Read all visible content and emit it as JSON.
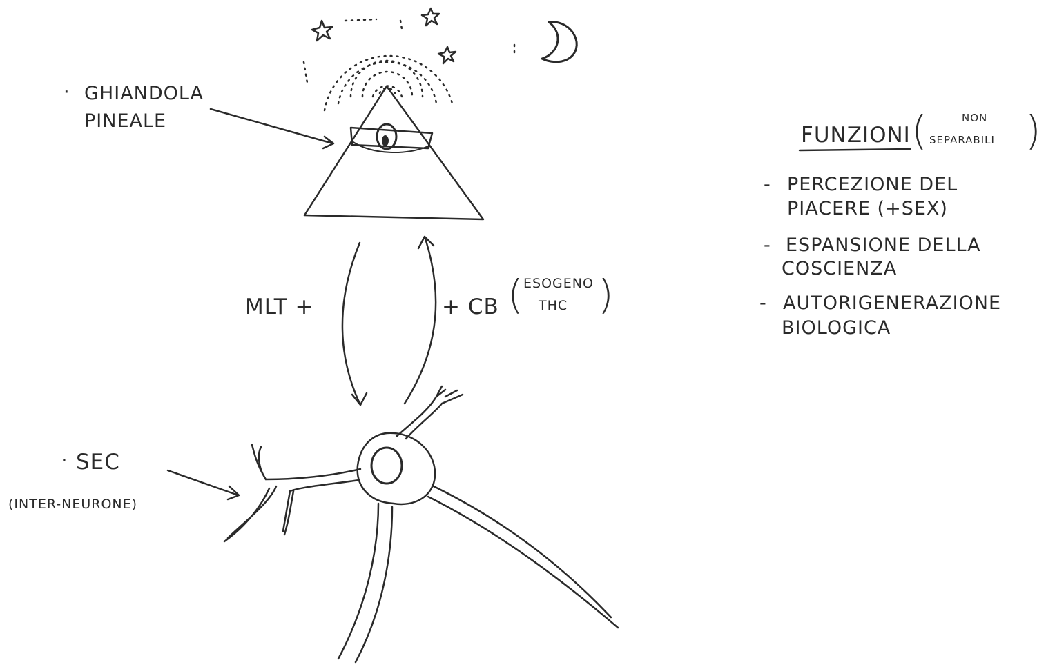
{
  "pineal": {
    "bullet": "·",
    "label_line1": "GHIANDOLA",
    "label_line2": "PINEALE"
  },
  "sec": {
    "bullet": "·",
    "label": "SEC",
    "sublabel": "(INTER-NEURONE)"
  },
  "arrows": {
    "left_label": "MLT +",
    "right_label": "+ CB",
    "right_paren_line1": "ESOGENO",
    "right_paren_line2": "THC"
  },
  "functions": {
    "title": "FUNZIONI",
    "qualifier_line1": "NON",
    "qualifier_line2": "SEPARABILI",
    "items": [
      {
        "dash": "-",
        "line1": "PERCEZIONE   DEL",
        "line2": "PIACERE  (+SEX)"
      },
      {
        "dash": "-",
        "line1": "ESPANSIONE   DELLA",
        "line2": "COSCIENZA"
      },
      {
        "dash": "-",
        "line1": "AUTORIGENERAZIONE",
        "line2": "BIOLOGICA"
      }
    ]
  }
}
